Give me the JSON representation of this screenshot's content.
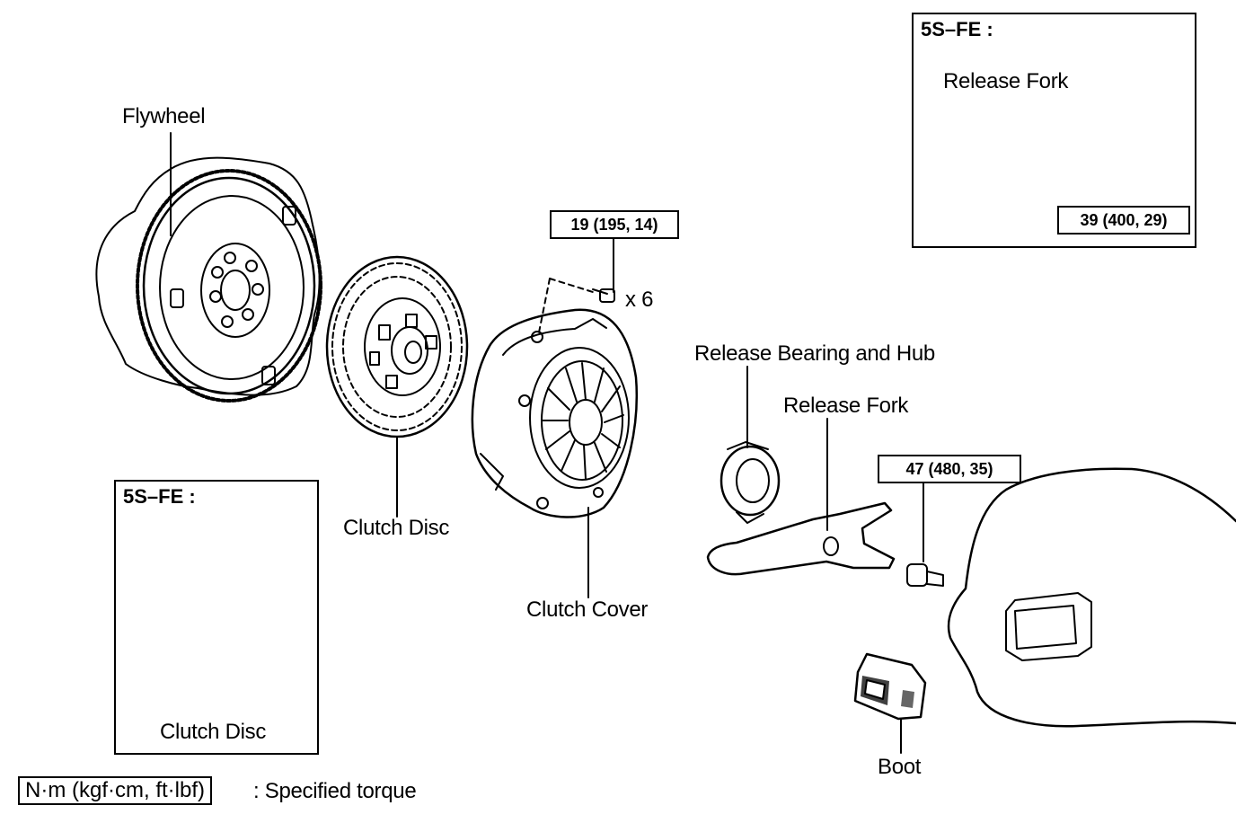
{
  "labels": {
    "flywheel": "Flywheel",
    "clutch_disc": "Clutch Disc",
    "clutch_cover": "Clutch Cover",
    "release_bearing_hub": "Release Bearing and Hub",
    "release_fork": "Release Fork",
    "boot": "Boot",
    "bolt_qty": "x 6"
  },
  "torques": {
    "clutch_cover_bolt": "19 (195, 14)",
    "release_fork_bolt": "47 (480, 35)",
    "inset_release_fork_bolt": "39 (400, 29)"
  },
  "insets": {
    "top_right": {
      "title": "5S–FE :",
      "part_label": "Release Fork"
    },
    "bottom_left": {
      "title": "5S–FE :",
      "part_label": "Clutch Disc"
    }
  },
  "legend": {
    "unit_box": "N·m (kgf·cm, ft·lbf)",
    "description": ": Specified torque"
  }
}
